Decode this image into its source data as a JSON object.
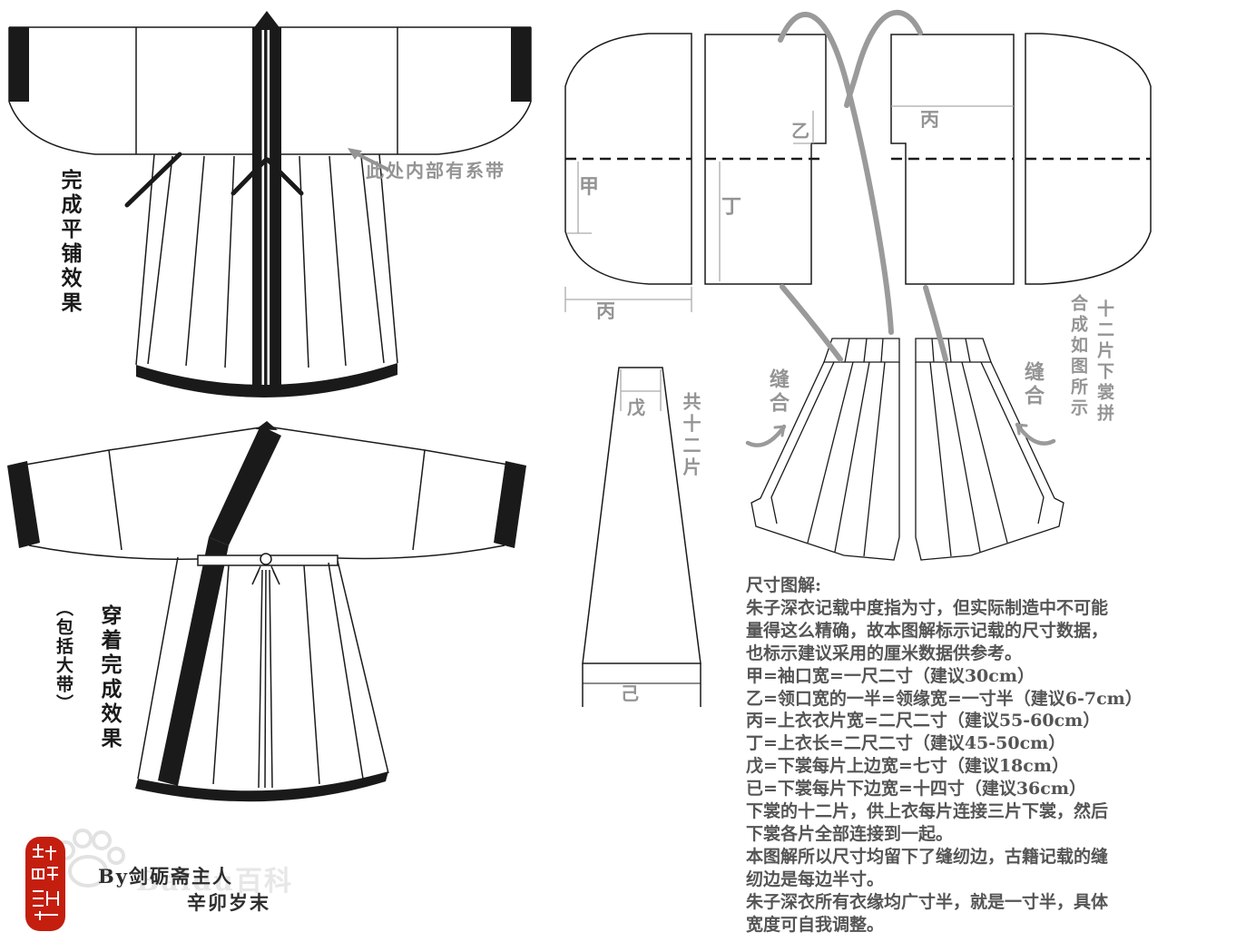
{
  "flat_lay": {
    "label": "完成平铺效果",
    "tie_note": "此处内部有系带"
  },
  "worn": {
    "label": "穿着完成效果",
    "label_paren": "（包括大带）"
  },
  "pieces": {
    "jia": "甲",
    "yi": "乙",
    "bing_sleeve": "丙",
    "ding": "丁",
    "bing_body": "丙",
    "wu": "戊",
    "ji": "己",
    "total_note": "共十二片"
  },
  "assembly": {
    "seam_left": "缝合",
    "seam_right": "缝合",
    "note_col_right": "十二片下裳拼",
    "note_col_left": "合成如图所示"
  },
  "notes": {
    "lines": [
      "尺寸图解:",
      "朱子深衣记载中度指为寸，但实际制造中不可能",
      "量得这么精确，故本图解标示记载的尺寸数据，",
      "也标示建议采用的厘米数据供参考。",
      "甲=袖口宽=一尺二寸（建议30cm）",
      "乙=领口宽的一半=领缘宽=一寸半（建议6-7cm）",
      "丙=上衣衣片宽=二尺二寸（建议55-60cm）",
      "丁=上衣长=二尺二寸（建议45-50cm）",
      "戊=下裳每片上边宽=七寸（建议18cm）",
      "已=下裳每片下边宽=十四寸（建议36cm）",
      "下裳的十二片，供上衣每片连接三片下裳，然后",
      "下裳各片全部连接到一起。",
      "本图解所以尺寸均留下了缝纫边，古籍记载的缝",
      "纫边是每边半寸。",
      "朱子深衣所有衣缘均广寸半，就是一寸半，具体",
      "宽度可自我调整。"
    ]
  },
  "credit": {
    "by": "By剑砺斋主人",
    "date": "辛卯岁末"
  },
  "watermark": {
    "text": "Baidu百科"
  },
  "colors": {
    "line": "#1a1a1a",
    "annotation": "#949494",
    "notes_text": "#555555",
    "seal_red": "#c41e0f",
    "watermark": "#e5e5e5"
  }
}
